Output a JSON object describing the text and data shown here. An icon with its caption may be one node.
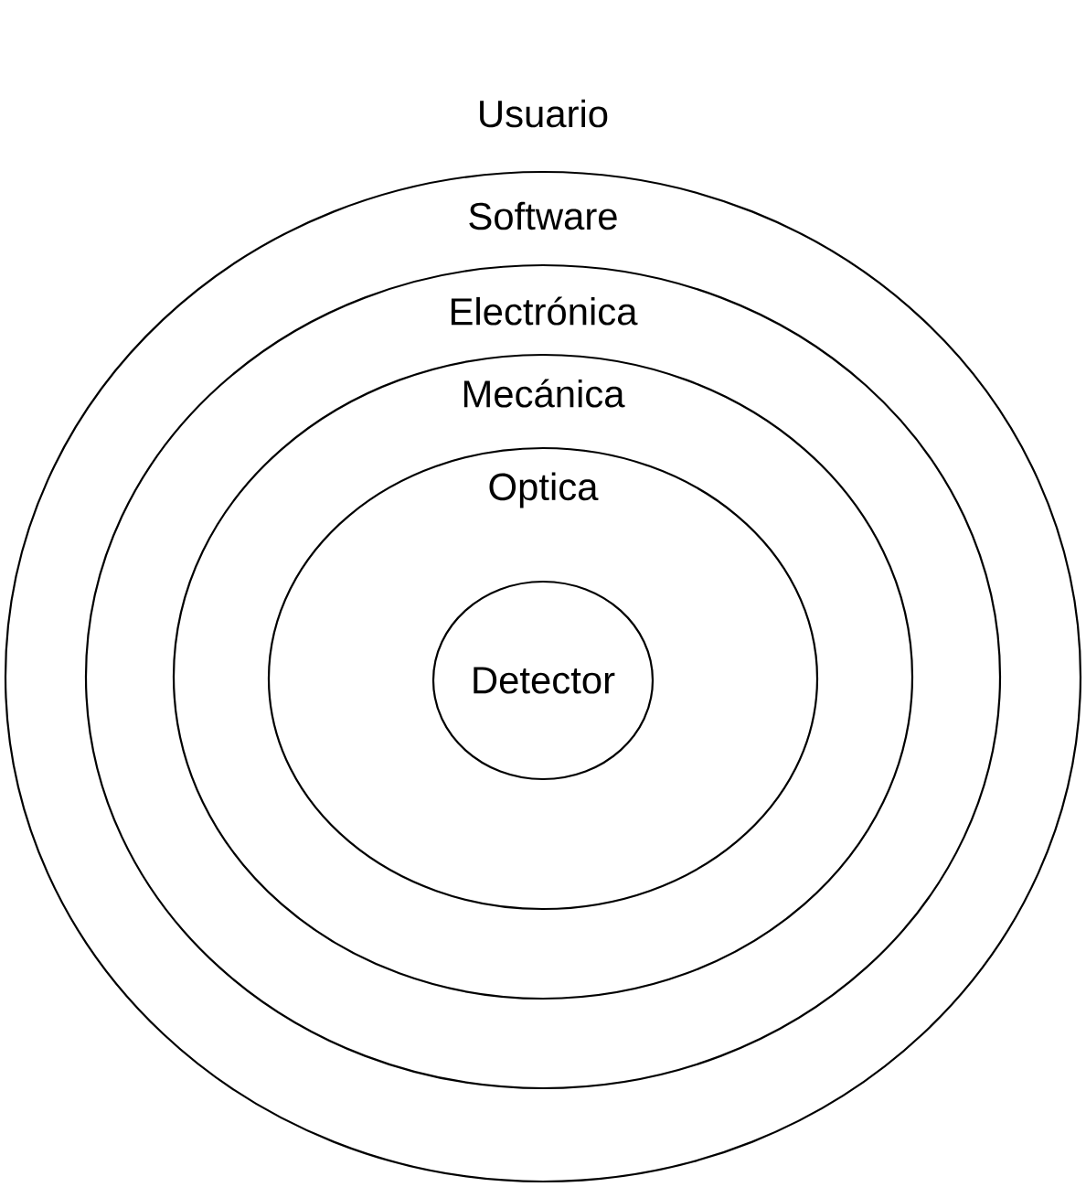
{
  "diagram": {
    "nodes": [
      {
        "text": [
          "Software"
        ]
      },
      {
        "text": [
          "Electrónica"
        ],
        "in": 0
      },
      {
        "text": [
          "Mecánica"
        ],
        "in": 1
      },
      {
        "text": [
          "Optica"
        ],
        "in": 2
      },
      {
        "text": [
          "Detector"
        ],
        "in": 3
      }
    ],
    "labels": [
      "Usuario"
    ]
  }
}
